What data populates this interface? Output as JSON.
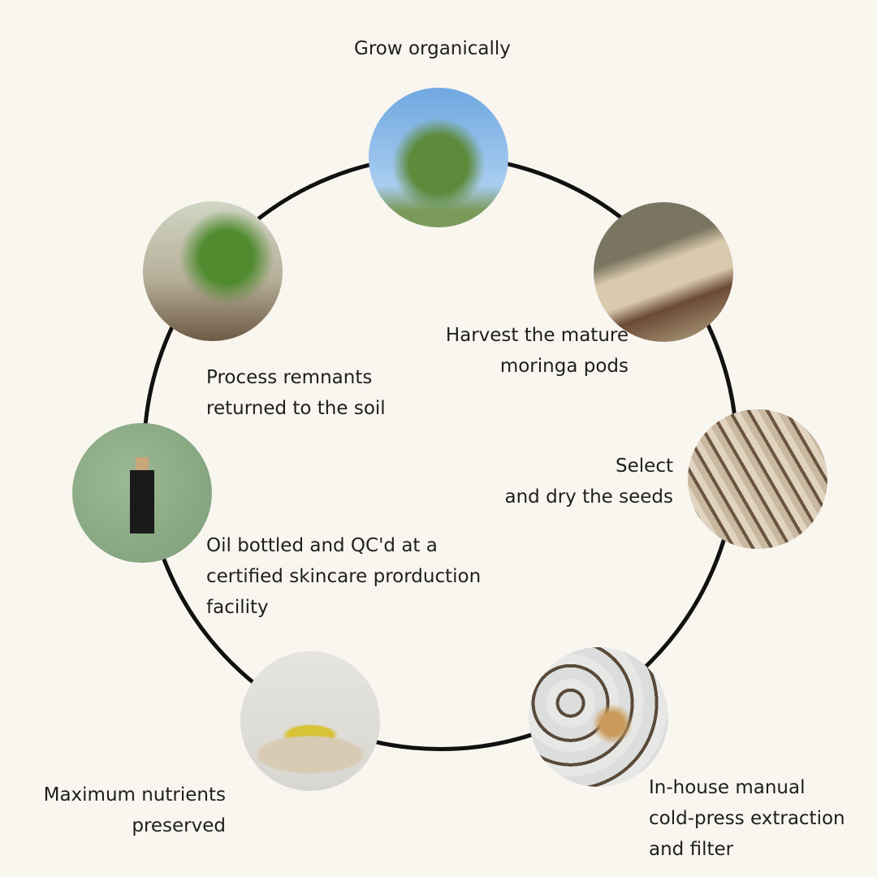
{
  "steps": [
    {
      "label": "Grow organically",
      "image": "moringa-tree-photo"
    },
    {
      "label": "Harvest the mature\nmoringa pods",
      "image": "moringa-pods-photo"
    },
    {
      "label": "Select\nand dry the seeds",
      "image": "drying-seeds-photo"
    },
    {
      "label": "In-house manual\ncold-press extraction\nand filter",
      "image": "seeds-extraction-photo"
    },
    {
      "label": "Maximum nutrients\npreserved",
      "image": "oil-dropper-photo"
    },
    {
      "label": "Oil bottled and QC'd at  a\ncertified skincare prorduction\nfacility",
      "image": "oil-bottle-photo"
    },
    {
      "label": "Process remnants\nreturned to the soil",
      "image": "soil-planting-photo"
    }
  ],
  "colors": {
    "background": "#f9f6f0",
    "ring": "#111111",
    "text": "#1e1e1e"
  }
}
